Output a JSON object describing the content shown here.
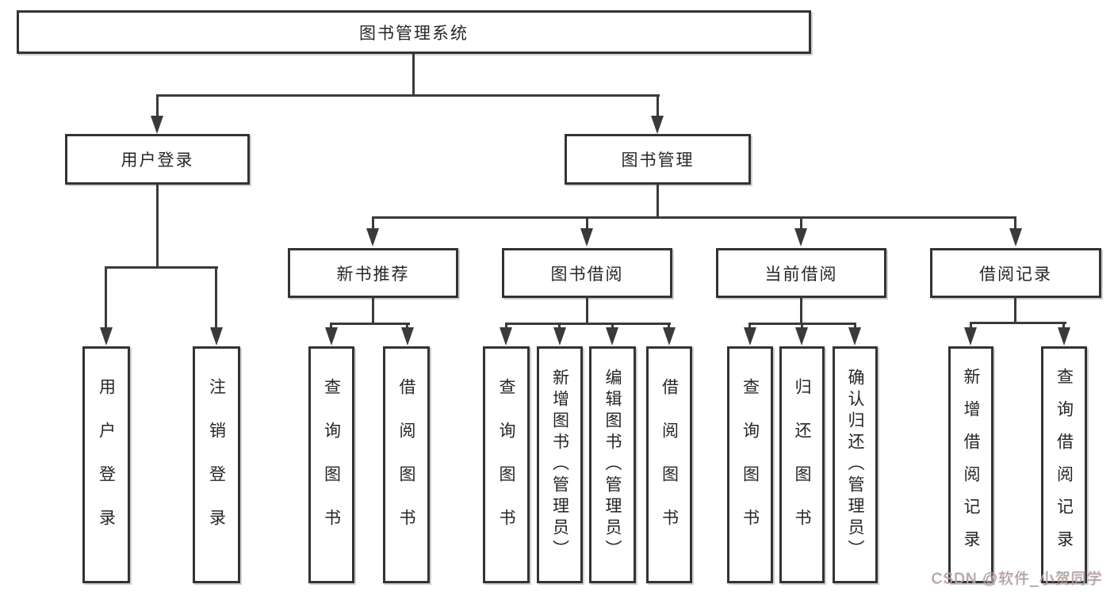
{
  "diagram": {
    "title": "图书管理系统",
    "branches": [
      {
        "label": "用户登录",
        "children": [
          "用户登录",
          "注销登录"
        ]
      },
      {
        "label": "图书管理",
        "modules": [
          {
            "label": "新书推荐",
            "children": [
              "查询图书",
              "借阅图书"
            ]
          },
          {
            "label": "图书借阅",
            "children": [
              "查询图书",
              "新增图书（管理员）",
              "编辑图书（管理员）",
              "借阅图书"
            ]
          },
          {
            "label": "当前借阅",
            "children": [
              "查询图书",
              "归还图书",
              "确认归还（管理员）"
            ]
          },
          {
            "label": "借阅记录",
            "children": [
              "新增借阅记录",
              "查询借阅记录"
            ]
          }
        ]
      }
    ]
  },
  "watermark": {
    "text": "CSDN @软件_小贺同学"
  },
  "colors": {
    "box_border": "#333333",
    "connector": "#3a3a3a",
    "text": "#262626",
    "watermark_gray": "#a6a6a6",
    "watermark_shadow_red": "#d98c8c",
    "background": "#ffffff"
  }
}
